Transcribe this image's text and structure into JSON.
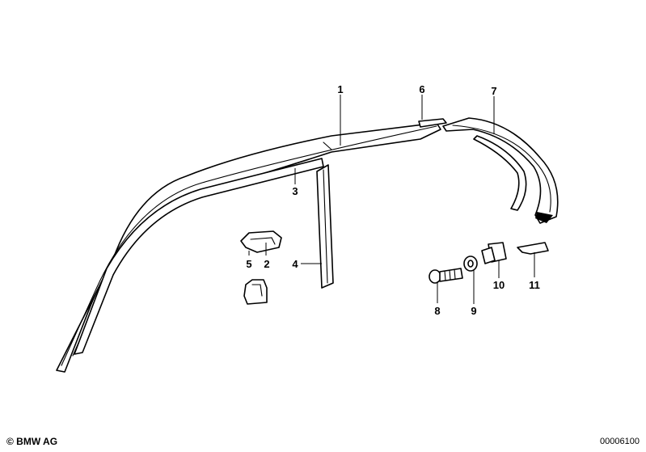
{
  "callouts": [
    "1",
    "2",
    "3",
    "4",
    "5",
    "6",
    "7",
    "8",
    "9",
    "10",
    "11"
  ],
  "footer": {
    "copyright": "© BMW AG",
    "diagram_number": "00006100"
  },
  "colors": {
    "line": "#000000",
    "background": "#ffffff"
  }
}
